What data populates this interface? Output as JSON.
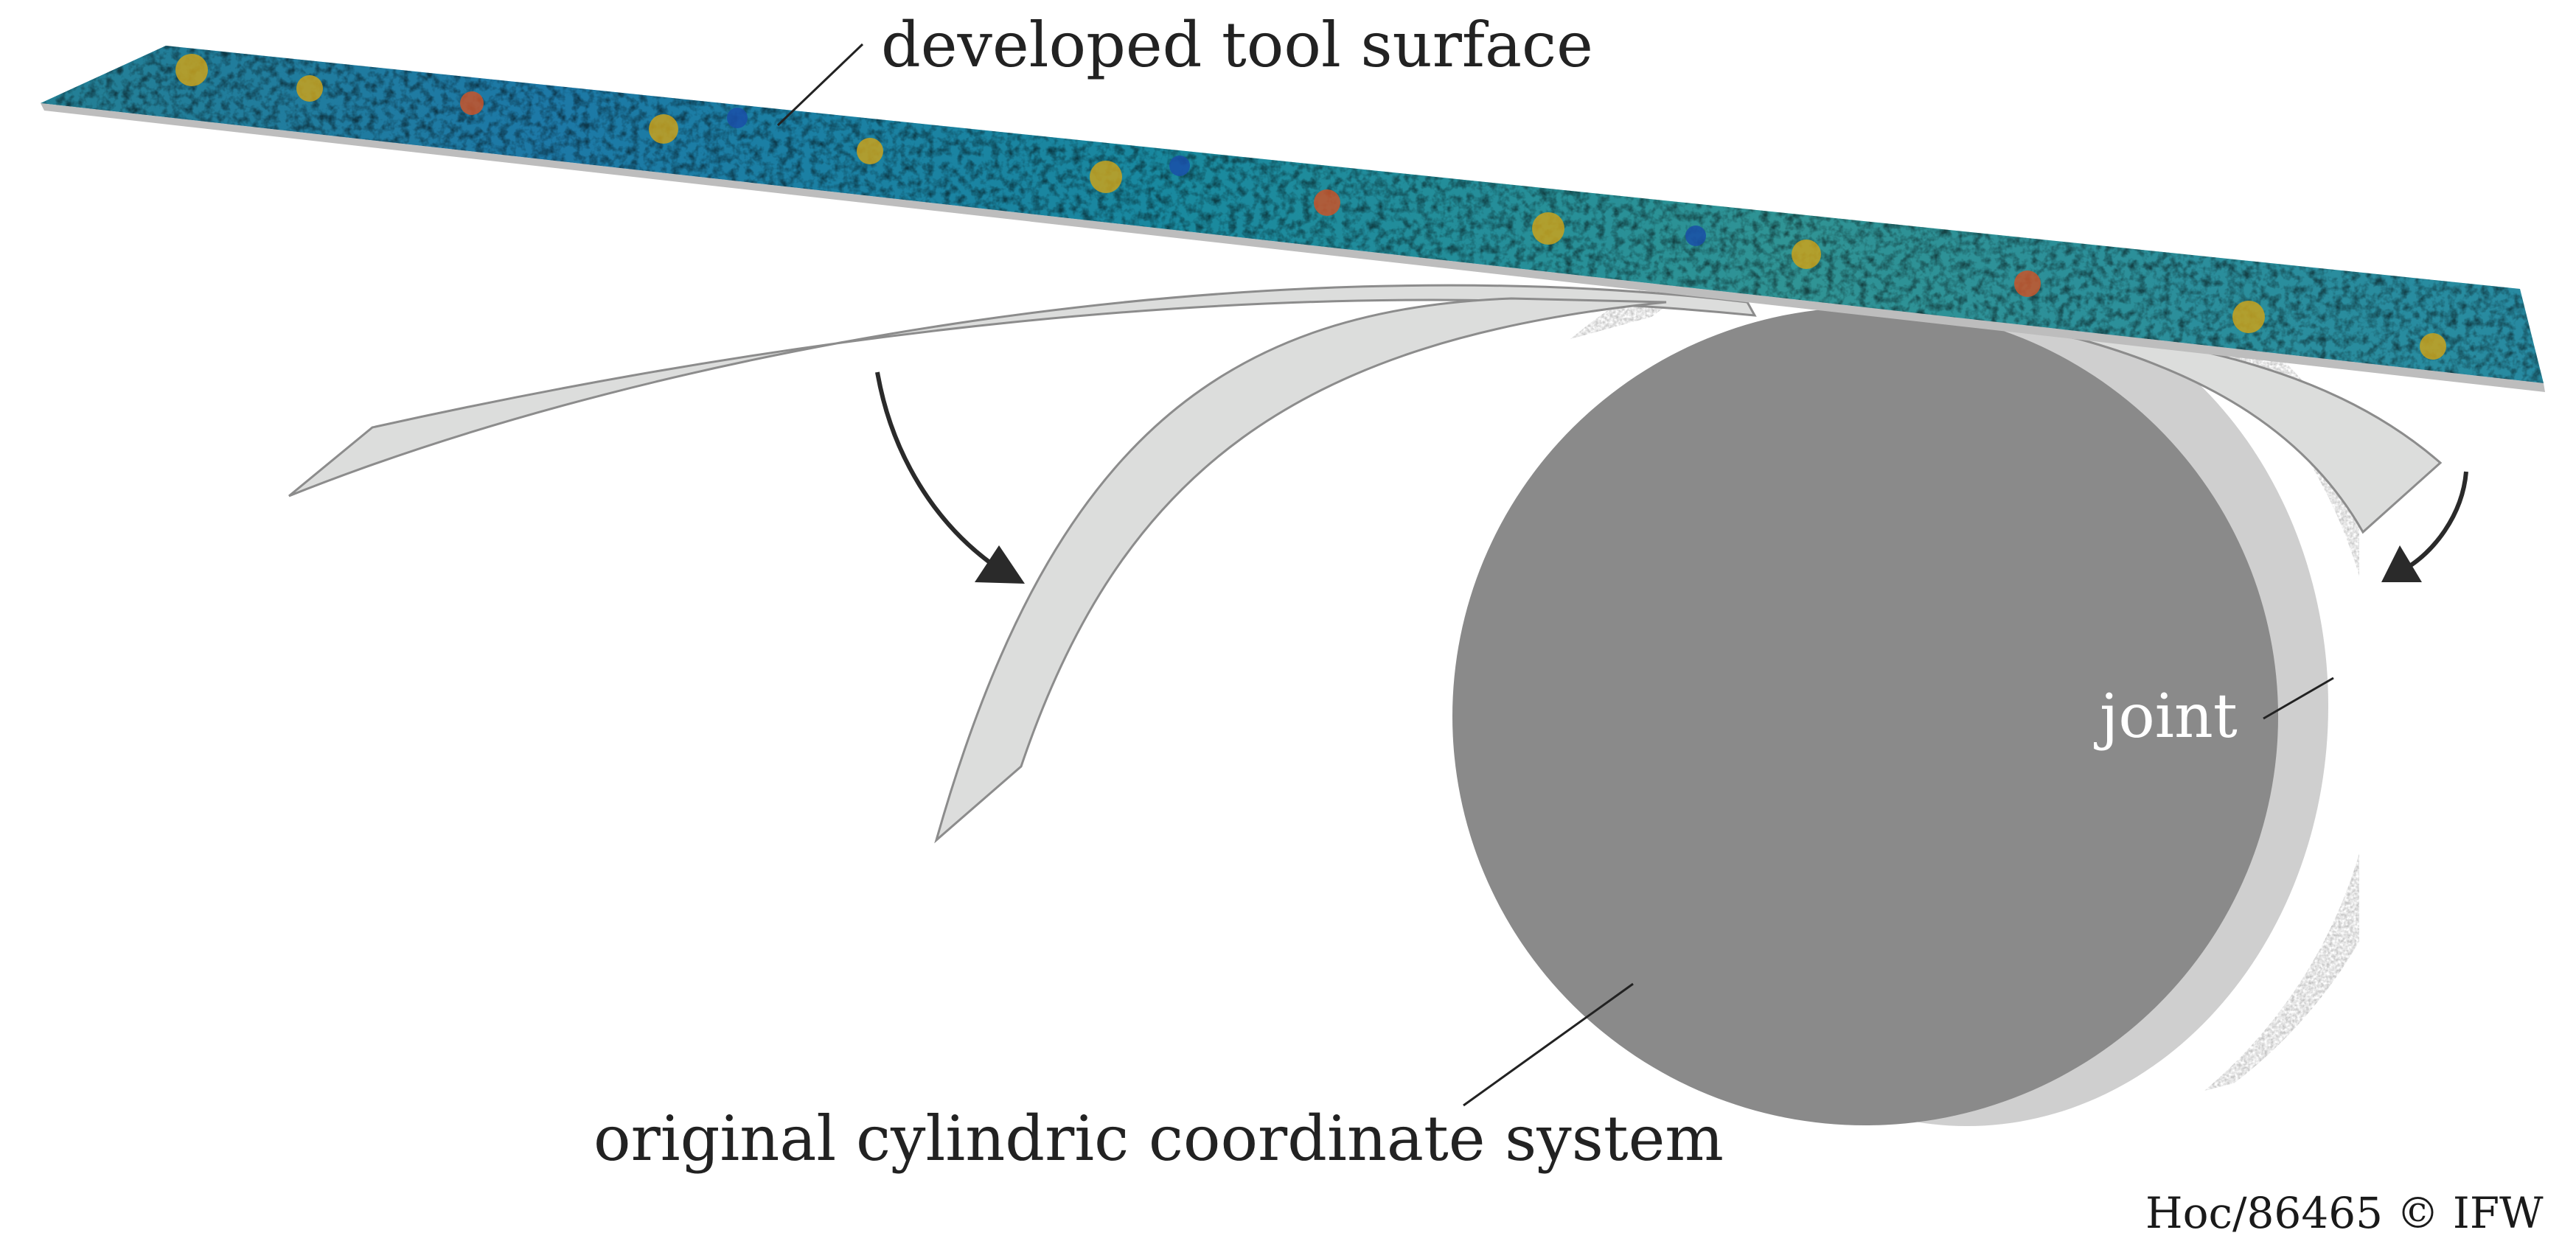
{
  "labels": {
    "developed_surface": "developed tool surface",
    "joint": "joint",
    "cylindric_system": "original cylindric coordinate system",
    "copyright": "Hoc/86465 © IFW"
  },
  "colors": {
    "background": "#ffffff",
    "cylinder_face": "#8a8a8a",
    "cylinder_side": "#c8c8c8",
    "strip_fill": "#dcdddc",
    "strip_edge": "#8c8c8c",
    "arrow": "#2a2a2a",
    "surface_low": "#1a4fa8",
    "surface_mid": "#1fa79a",
    "surface_high": "#c9a21c",
    "surface_peak": "#c8552a"
  }
}
